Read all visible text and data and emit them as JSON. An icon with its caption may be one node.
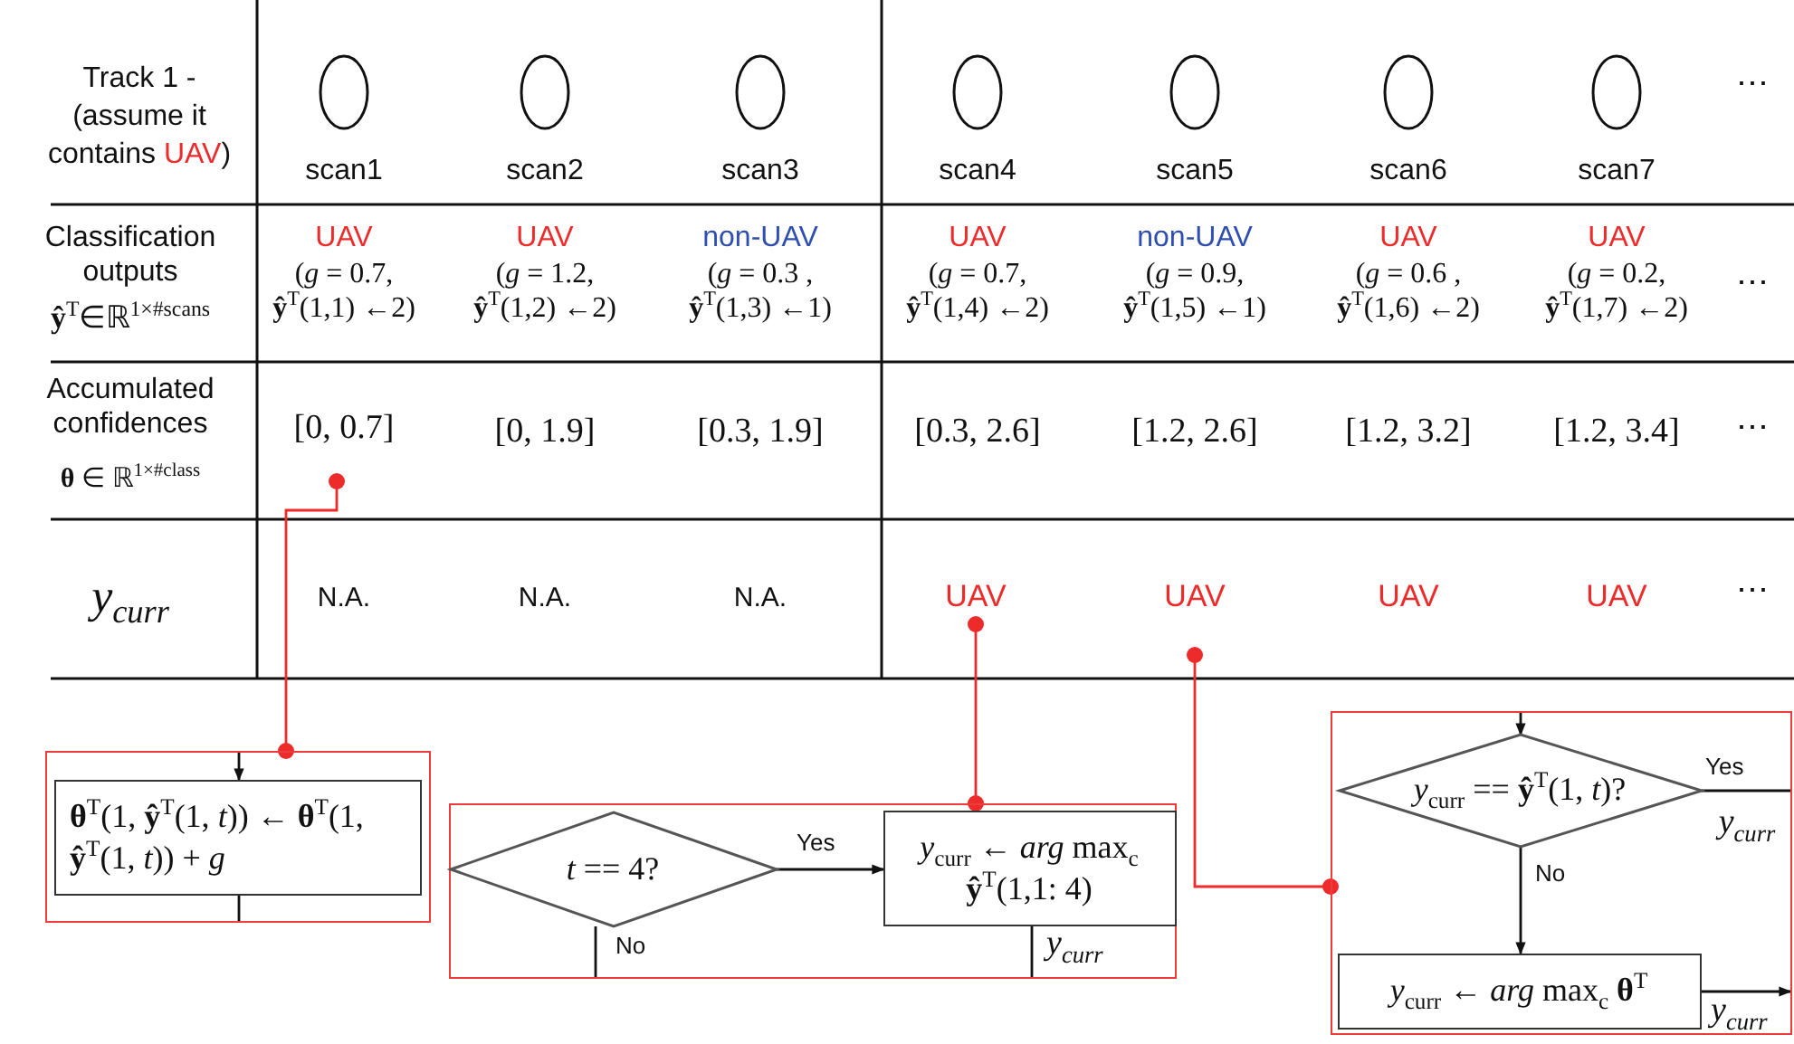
{
  "diagram": {
    "nodes": [
      {
        "text": [],
        "shape": "circle",
        "beside": [
          "scan1"
        ]
      },
      {
        "text": [],
        "shape": "circle",
        "beside": [
          "scan2"
        ]
      },
      {
        "text": [],
        "shape": "circle",
        "beside": [
          "scan3"
        ]
      },
      {
        "text": [],
        "shape": "circle",
        "beside": [
          "scan4"
        ]
      },
      {
        "text": [],
        "shape": "circle",
        "beside": [
          "scan5"
        ]
      },
      {
        "text": [],
        "shape": "circle",
        "beside": [
          "scan6"
        ]
      },
      {
        "text": [],
        "shape": "circle",
        "beside": [
          "scan7"
        ]
      },
      {
        "text": [
          "[0, 0.7]"
        ]
      },
      {
        "text": [
          "UAV"
        ]
      },
      {
        "text": [
          "UAV"
        ]
      },
      {
        "text": [],
        "shape": "box"
      },
      {
        "text": [
          "**θ**$^{T}$(1, **ŷ**$^{T}$(1, *t*)) ← **θ**$^{T}$(1, **ŷ**$^{T}$(1, *t*)) + *g*"
        ],
        "in": 10
      },
      {
        "text": [],
        "shape": "box"
      },
      {
        "text": [
          "*t* == 4?"
        ],
        "in": 12
      },
      {
        "text": [
          "*y*$_{curr}$ ← *arg* max$_{c}$ **ŷ**$^{T}$(1,1: 4)"
        ],
        "in": 12
      },
      {
        "text": [],
        "shape": "box"
      },
      {
        "text": [
          "*y*$_{curr}$ == **ŷ**$^{T}$(1, *t*)?"
        ],
        "in": 15
      },
      {
        "text": [
          "*y*$_{curr}$ ← *arg* max$_{c}$ **θ**$^{T}$"
        ],
        "in": 15
      }
    ],
    "edges": [
      {
        "from": 7,
        "to": 10,
        "arrow": "other",
        "color": "#ee2b2b"
      },
      {
        "from": 8,
        "to": 12,
        "arrow": "other",
        "color": "#ee2b2b"
      },
      {
        "from": 9,
        "to": 15,
        "arrow": "other",
        "color": "#ee2b2b"
      },
      {
        "from": null,
        "to": 11,
        "arrow": "to"
      },
      {
        "from": 11,
        "to": null,
        "arrow": "none"
      },
      {
        "from": 13,
        "to": 14,
        "arrow": "to",
        "label": "Yes"
      },
      {
        "from": 13,
        "to": null,
        "arrow": "none",
        "label": "No"
      },
      {
        "from": 14,
        "to": null,
        "arrow": "none",
        "label": "y$_{curr}$"
      },
      {
        "from": null,
        "to": 16,
        "arrow": "to"
      },
      {
        "from": 16,
        "to": null,
        "arrow": "none",
        "label": "Yes"
      },
      {
        "from": 16,
        "to": 17,
        "arrow": "to",
        "label": "No"
      },
      {
        "from": 17,
        "to": null,
        "arrow": "to",
        "label": "y$_{curr}$"
      }
    ],
    "labels": [
      "Track 1 - (assume it contains",
      "UAV",
      ")",
      "⋯",
      "Classification outputs",
      "**ŷ**$^{T}$∈ℝ$^{1×#scans}$",
      "UAV",
      "(*g* = 0.7, **ŷ**$^{T}$(1,1) ←2)",
      "UAV",
      "(*g* = 1.2, **ŷ**$^{T}$(1,2) ←2)",
      "non-UAV",
      "(*g* = 0.3 , **ŷ**$^{T}$(1,3) ←1)",
      "UAV",
      "(*g* = 0.7, **ŷ**$^{T}$(1,4) ←2)",
      "non-UAV",
      "(*g* = 0.9, **ŷ**$^{T}$(1,5) ←1)",
      "UAV",
      "(*g* = 0.6 , **ŷ**$^{T}$(1,6) ←2)",
      "UAV",
      "(*g* = 0.2, **ŷ**$^{T}$(1,7) ←2)",
      "⋯",
      "Accumulated confidences",
      "**θ** ∈ ℝ$^{1×#class}$",
      "[0, 1.9]",
      "[0.3, 1.9]",
      "[0.3, 2.6]",
      "[1.2, 2.6]",
      "[1.2, 3.2]",
      "[1.2, 3.4]",
      "⋯",
      "y$_{curr}$",
      "N.A.",
      "N.A.",
      "N.A.",
      "UAV",
      "UAV",
      "⋯",
      "y$_{curr}$"
    ]
  }
}
